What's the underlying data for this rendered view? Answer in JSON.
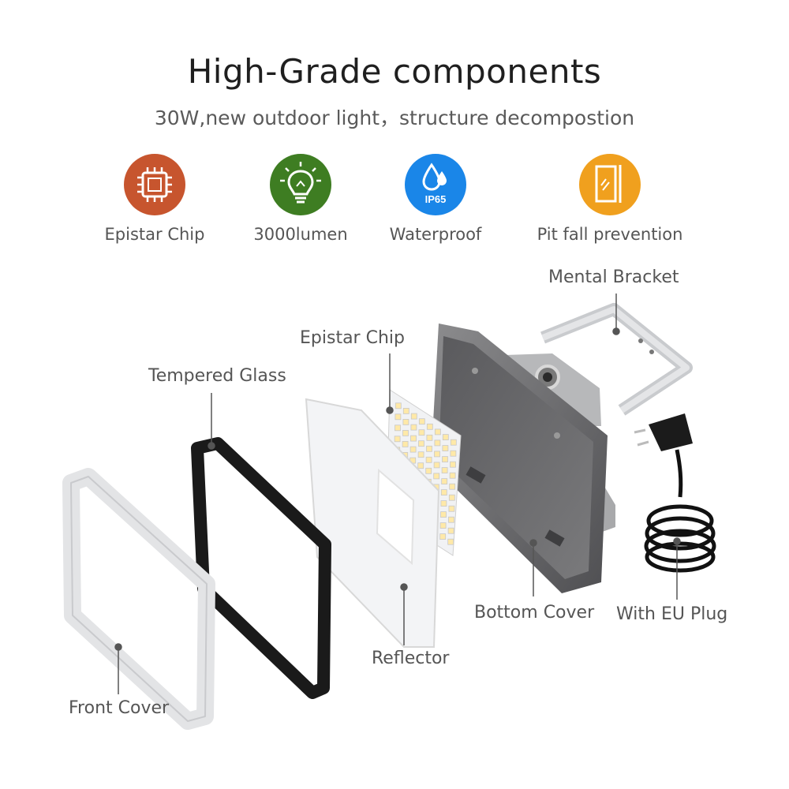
{
  "header": {
    "title": "High-Grade components",
    "subtitle": "30W,new outdoor light，structure decompostion"
  },
  "features": [
    {
      "label": "Epistar Chip",
      "icon": "chip-icon",
      "color": "#c7552e"
    },
    {
      "label": "3000lumen",
      "icon": "lightbulb-icon",
      "color": "#3e7d22"
    },
    {
      "label": "Waterproof",
      "icon": "water-drop-icon",
      "color": "#1a86e8",
      "badge": "IP65"
    },
    {
      "label": "Pit fall prevention",
      "icon": "glass-panel-icon",
      "color": "#f0a01e"
    }
  ],
  "parts": {
    "mental_bracket": "Mental Bracket",
    "epistar_chip": "Epistar Chip",
    "tempered_glass": "Tempered Glass",
    "bottom_cover": "Bottom Cover",
    "eu_plug": "With EU Plug",
    "reflector": "Reflector",
    "front_cover": "Front Cover"
  }
}
